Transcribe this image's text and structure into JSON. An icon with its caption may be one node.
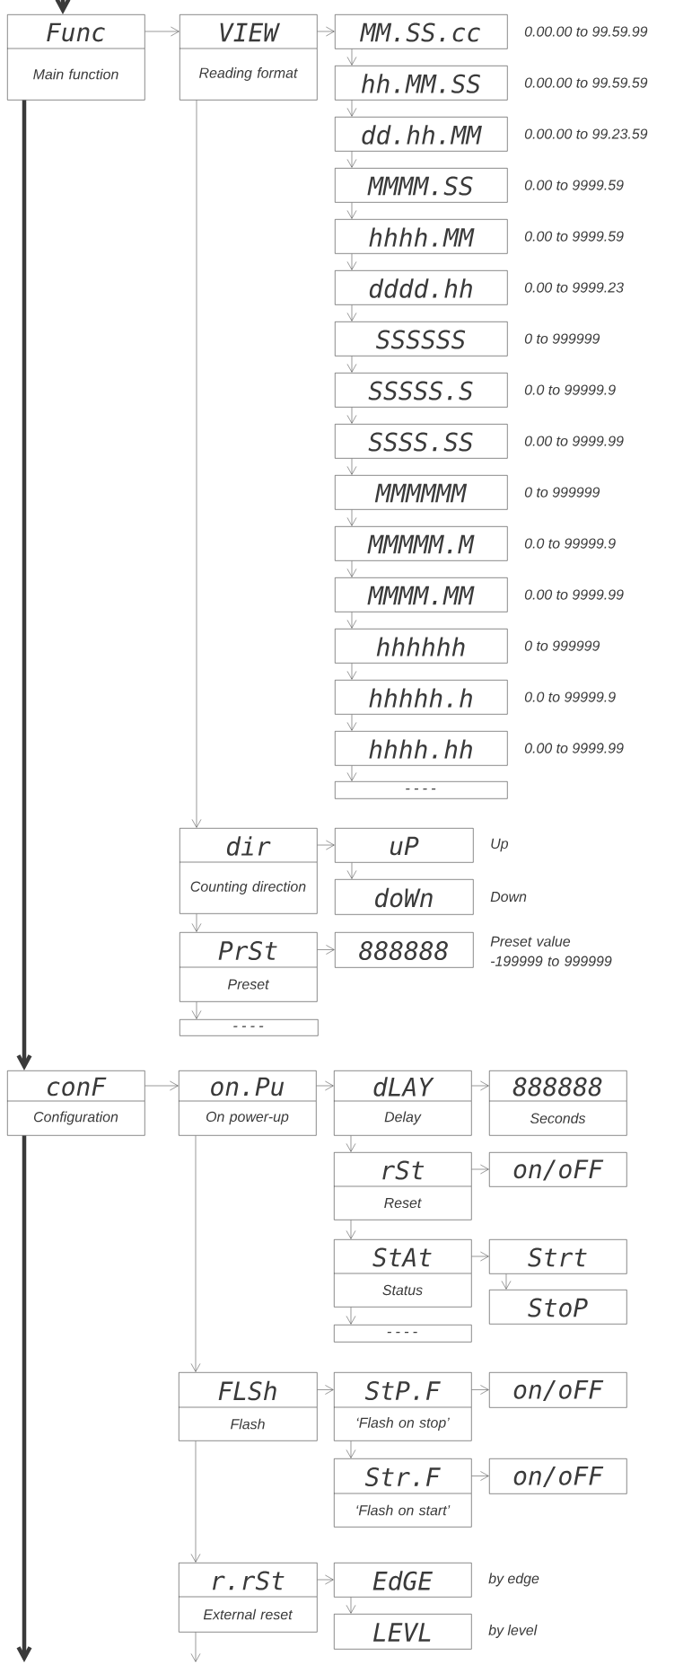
{
  "diagram": {
    "nodes": [
      {
        "text": [
          "Func",
          "Main function"
        ]
      },
      {
        "text": [
          "VIEW",
          "Reading format"
        ]
      },
      {
        "text": [
          "MM.SS.cc"
        ],
        "beside": [
          "0.00.00 to 99.59.99"
        ]
      },
      {
        "text": [
          "hh.MM.SS"
        ],
        "beside": [
          "0.00.00 to 99.59.59"
        ]
      },
      {
        "text": [
          "dd.hh.MM"
        ],
        "beside": [
          "0.00.00 to 99.23.59"
        ]
      },
      {
        "text": [
          "MMMM.SS"
        ],
        "beside": [
          "0.00 to 9999.59"
        ]
      },
      {
        "text": [
          "hhhh.MM"
        ],
        "beside": [
          "0.00 to 9999.59"
        ]
      },
      {
        "text": [
          "dddd.hh"
        ],
        "beside": [
          "0.00 to 9999.23"
        ]
      },
      {
        "text": [
          "SSSSSS"
        ],
        "beside": [
          "0 to 999999"
        ]
      },
      {
        "text": [
          "SSSSS.S"
        ],
        "beside": [
          "0.0 to 99999.9"
        ]
      },
      {
        "text": [
          "SSSS.SS"
        ],
        "beside": [
          "0.00 to 9999.99"
        ]
      },
      {
        "text": [
          "MMMMMM"
        ],
        "beside": [
          "0 to 999999"
        ]
      },
      {
        "text": [
          "MMMMM.M"
        ],
        "beside": [
          "0.0 to 99999.9"
        ]
      },
      {
        "text": [
          "MMMM.MM"
        ],
        "beside": [
          "0.00 to 9999.99"
        ]
      },
      {
        "text": [
          "hhhhhh"
        ],
        "beside": [
          "0 to 999999"
        ]
      },
      {
        "text": [
          "hhhhh.h"
        ],
        "beside": [
          "0.0 to 99999.9"
        ]
      },
      {
        "text": [
          "hhhh.hh"
        ],
        "beside": [
          "0.00 to 9999.99"
        ]
      },
      {
        "text": [
          "----"
        ]
      },
      {
        "text": [
          "dir",
          "Counting direction"
        ]
      },
      {
        "text": [
          "uP"
        ],
        "beside": [
          "Up"
        ]
      },
      {
        "text": [
          "doWn"
        ],
        "beside": [
          "Down"
        ]
      },
      {
        "text": [
          "PrSt",
          "Preset"
        ]
      },
      {
        "text": [
          "888888"
        ],
        "beside": [
          "Preset value -199999 to 999999"
        ]
      },
      {
        "text": [
          "----"
        ]
      },
      {
        "text": [
          "conF",
          "Configuration"
        ]
      },
      {
        "text": [
          "on.Pu",
          "On power-up"
        ]
      },
      {
        "text": [
          "dLAY",
          "Delay"
        ]
      },
      {
        "text": [
          "888888",
          "Seconds"
        ]
      },
      {
        "text": [
          "rSt",
          "Reset"
        ]
      },
      {
        "text": [
          "on/oFF"
        ]
      },
      {
        "text": [
          "StAt",
          "Status"
        ]
      },
      {
        "text": [
          "Strt"
        ]
      },
      {
        "text": [
          "StoP"
        ]
      },
      {
        "text": [
          "----"
        ]
      },
      {
        "text": [
          "FLSh",
          "Flash"
        ]
      },
      {
        "text": [
          "StP.F",
          "‘Flash on stop’"
        ]
      },
      {
        "text": [
          "on/oFF"
        ]
      },
      {
        "text": [
          "Str.F",
          "‘Flash on start’"
        ]
      },
      {
        "text": [
          "on/oFF"
        ]
      },
      {
        "text": [
          "r.rSt",
          "External reset"
        ]
      },
      {
        "text": [
          "EdGE"
        ],
        "beside": [
          "by edge"
        ]
      },
      {
        "text": [
          "LEVL"
        ],
        "beside": [
          "by level"
        ]
      }
    ],
    "edges": [
      {
        "from": null,
        "to": 0,
        "arrow": "to",
        "style": "thick"
      },
      {
        "from": 0,
        "to": 1,
        "arrow": "to"
      },
      {
        "from": 1,
        "to": 2,
        "arrow": "to"
      },
      {
        "from": 2,
        "to": 3,
        "arrow": "to"
      },
      {
        "from": 3,
        "to": 4,
        "arrow": "to"
      },
      {
        "from": 4,
        "to": 5,
        "arrow": "to"
      },
      {
        "from": 5,
        "to": 6,
        "arrow": "to"
      },
      {
        "from": 6,
        "to": 7,
        "arrow": "to"
      },
      {
        "from": 7,
        "to": 8,
        "arrow": "to"
      },
      {
        "from": 8,
        "to": 9,
        "arrow": "to"
      },
      {
        "from": 9,
        "to": 10,
        "arrow": "to"
      },
      {
        "from": 10,
        "to": 11,
        "arrow": "to"
      },
      {
        "from": 11,
        "to": 12,
        "arrow": "to"
      },
      {
        "from": 12,
        "to": 13,
        "arrow": "to"
      },
      {
        "from": 13,
        "to": 14,
        "arrow": "to"
      },
      {
        "from": 14,
        "to": 15,
        "arrow": "to"
      },
      {
        "from": 15,
        "to": 16,
        "arrow": "to"
      },
      {
        "from": 16,
        "to": 17,
        "arrow": "to"
      },
      {
        "from": 1,
        "to": 18,
        "arrow": "to"
      },
      {
        "from": 18,
        "to": 19,
        "arrow": "to"
      },
      {
        "from": 19,
        "to": 20,
        "arrow": "to"
      },
      {
        "from": 18,
        "to": 21,
        "arrow": "to"
      },
      {
        "from": 21,
        "to": 22,
        "arrow": "to"
      },
      {
        "from": 21,
        "to": 23,
        "arrow": "to"
      },
      {
        "from": 0,
        "to": 24,
        "arrow": "to",
        "style": "thick"
      },
      {
        "from": 24,
        "to": 25,
        "arrow": "to"
      },
      {
        "from": 25,
        "to": 26,
        "arrow": "to"
      },
      {
        "from": 26,
        "to": 27,
        "arrow": "to"
      },
      {
        "from": 26,
        "to": 28,
        "arrow": "to"
      },
      {
        "from": 28,
        "to": 29,
        "arrow": "to"
      },
      {
        "from": 28,
        "to": 30,
        "arrow": "to"
      },
      {
        "from": 30,
        "to": 31,
        "arrow": "to"
      },
      {
        "from": 31,
        "to": 32,
        "arrow": "to"
      },
      {
        "from": 30,
        "to": 33,
        "arrow": "to"
      },
      {
        "from": 25,
        "to": 34,
        "arrow": "to"
      },
      {
        "from": 34,
        "to": 35,
        "arrow": "to"
      },
      {
        "from": 35,
        "to": 36,
        "arrow": "to"
      },
      {
        "from": 35,
        "to": 37,
        "arrow": "to"
      },
      {
        "from": 37,
        "to": 38,
        "arrow": "to"
      },
      {
        "from": 34,
        "to": 39,
        "arrow": "to"
      },
      {
        "from": 39,
        "to": 40,
        "arrow": "to"
      },
      {
        "from": 40,
        "to": 41,
        "arrow": "to"
      },
      {
        "from": 39,
        "to": null,
        "arrow": "to"
      },
      {
        "from": 24,
        "to": null,
        "arrow": "to",
        "style": "thick"
      }
    ]
  }
}
